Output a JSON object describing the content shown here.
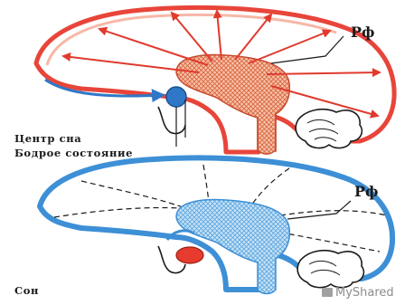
{
  "labels": {
    "rf_top": "Рф",
    "sleep_center": "Центр сна",
    "awake": "Бодрое состояние",
    "rf_bottom": "Рф",
    "sleep": "Сон"
  },
  "watermark": "MyShared",
  "colors": {
    "awake_outline": "#e8453a",
    "sleep_outline": "#3d8fd6",
    "brain_fill": "#ffffff",
    "rf_awake": "#f0a07a",
    "rf_sleep": "#a9d3f2",
    "center_awake": "#2f78c8",
    "center_sleep": "#e63b2e",
    "ink": "#1a1a1a"
  },
  "icons": [
    "brain-awake-icon",
    "brain-sleep-icon"
  ]
}
